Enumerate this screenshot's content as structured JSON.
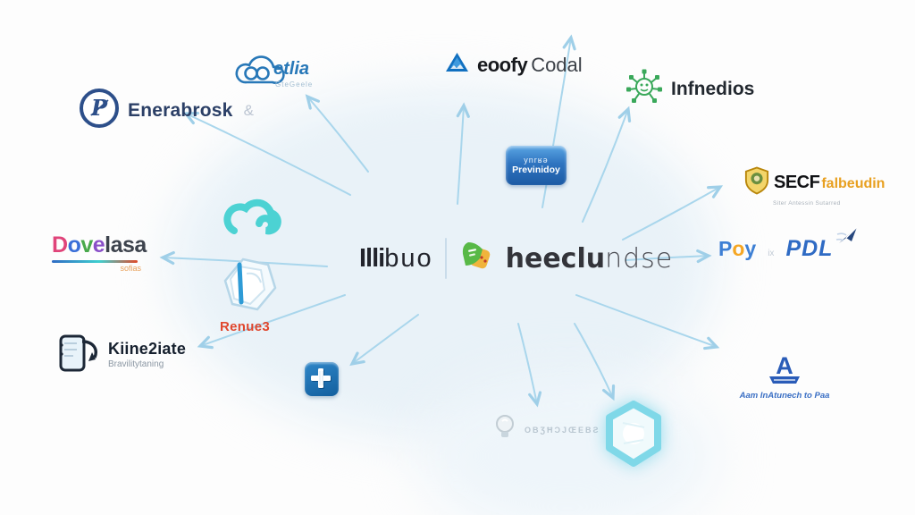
{
  "colors": {
    "arrow": "#a9d6ec",
    "halo": "#e9f2f8",
    "brand_dark": "#33343a",
    "blue": "#2f6bc4",
    "orange": "#f5a623",
    "green": "#3aa85a",
    "red": "#e0472e",
    "teal": "#3ecfcf",
    "navy": "#2d4f8a",
    "gold": "#d4a017"
  },
  "center": {
    "logo_left_bold": "Illi",
    "logo_left_light": "buo",
    "brand_bold": "heeclu",
    "brand_light": "ndse"
  },
  "logos": {
    "enerabrosk": {
      "label": "Enerabrosk",
      "suffix": "&",
      "icon": "p-circle-icon"
    },
    "etlia": {
      "label": "etlia",
      "tagline": "GteGeele",
      "icon": "cloud-outline-icon"
    },
    "eoofycodal": {
      "label_bold": "eoofy",
      "label_light": "Codal",
      "icon": "mountain-triangle-icon"
    },
    "infnedios": {
      "label": "Infnedios",
      "icon": "molecule-network-icon"
    },
    "previnidoy": {
      "line1": "ynrʁǝ",
      "line2": "Previnidoy"
    },
    "secf": {
      "label_bold": "SECF",
      "label_accent": "falbeudin",
      "tagline": "Siter Antessin Sutarred",
      "icon": "shield-icon"
    },
    "poypdl": {
      "word1_part1": "P",
      "word1_o": "o",
      "word1_part2": "y",
      "mid": "ix",
      "word2": "PDL",
      "icon": "rocket-icon"
    },
    "dovelasa": {
      "l1": "D",
      "l2": "o",
      "l3": "v",
      "l4": "e",
      "rest": "lasa",
      "tagline": "sofias"
    },
    "renues": {
      "label": "Renue3",
      "icon": "hexagon-3d-icon"
    },
    "kiine2iate": {
      "label": "Kiine2iate",
      "tagline": "Bravilitytaning",
      "icon": "device-arrow-icon"
    },
    "aam": {
      "mark": "A",
      "tagline": "Aam InAtunech to Paa"
    },
    "lightbulb": {
      "label": "OBƷĦƆJŒEBƧ",
      "icon": "lightbulb-icon"
    }
  }
}
